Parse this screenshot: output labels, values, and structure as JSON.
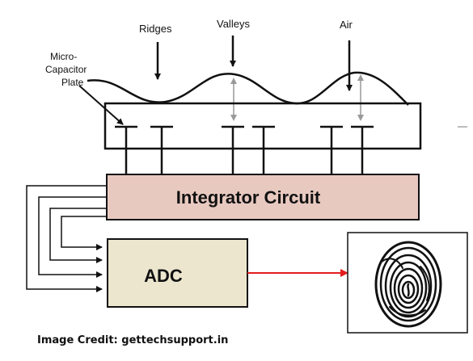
{
  "labels": {
    "ridges": "Ridges",
    "valleys": "Valleys",
    "air": "Air",
    "plate_line1": "Micro-",
    "plate_line2": "Capacitor",
    "plate_line3": "Plate",
    "integrator": "Integrator Circuit",
    "adc": "ADC"
  },
  "credit": "Image Credit: gettechsupport.in",
  "colors": {
    "integrator_fill": "#e8c9c0",
    "adc_fill": "#ece6cf",
    "signal_arrow": "#e31d1d",
    "gap_arrow": "#999999",
    "line": "#111111"
  },
  "icons": {
    "fingerprint": "fingerprint-icon"
  }
}
